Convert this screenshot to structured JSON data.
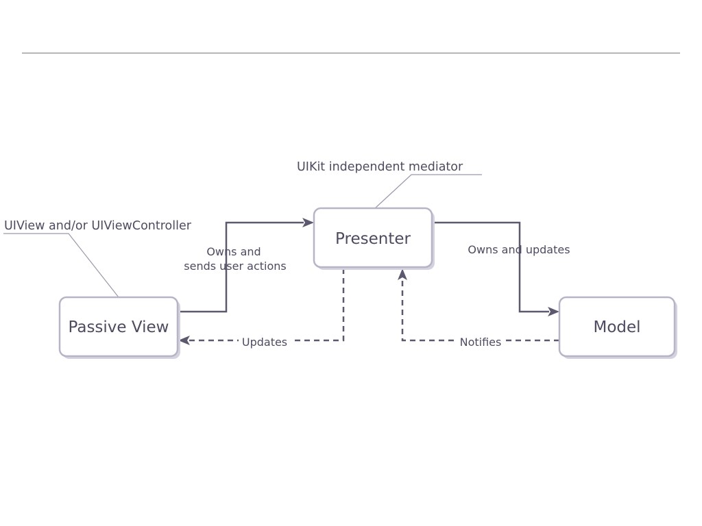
{
  "nodes": {
    "passive_view": "Passive View",
    "presenter": "Presenter",
    "model": "Model"
  },
  "edges": {
    "view_to_presenter": [
      "Owns and",
      "sends user actions"
    ],
    "presenter_to_view": "Updates",
    "presenter_to_model": "Owns and updates",
    "model_to_presenter": "Notifies"
  },
  "callouts": {
    "presenter_note": "UIKit independent mediator",
    "view_note": "UIView and/or UIViewController"
  },
  "colors": {
    "box_border": "#b8b4c8",
    "text": "#4d4b60",
    "edge": "#5b596e",
    "divider": "#9c9c9c"
  }
}
